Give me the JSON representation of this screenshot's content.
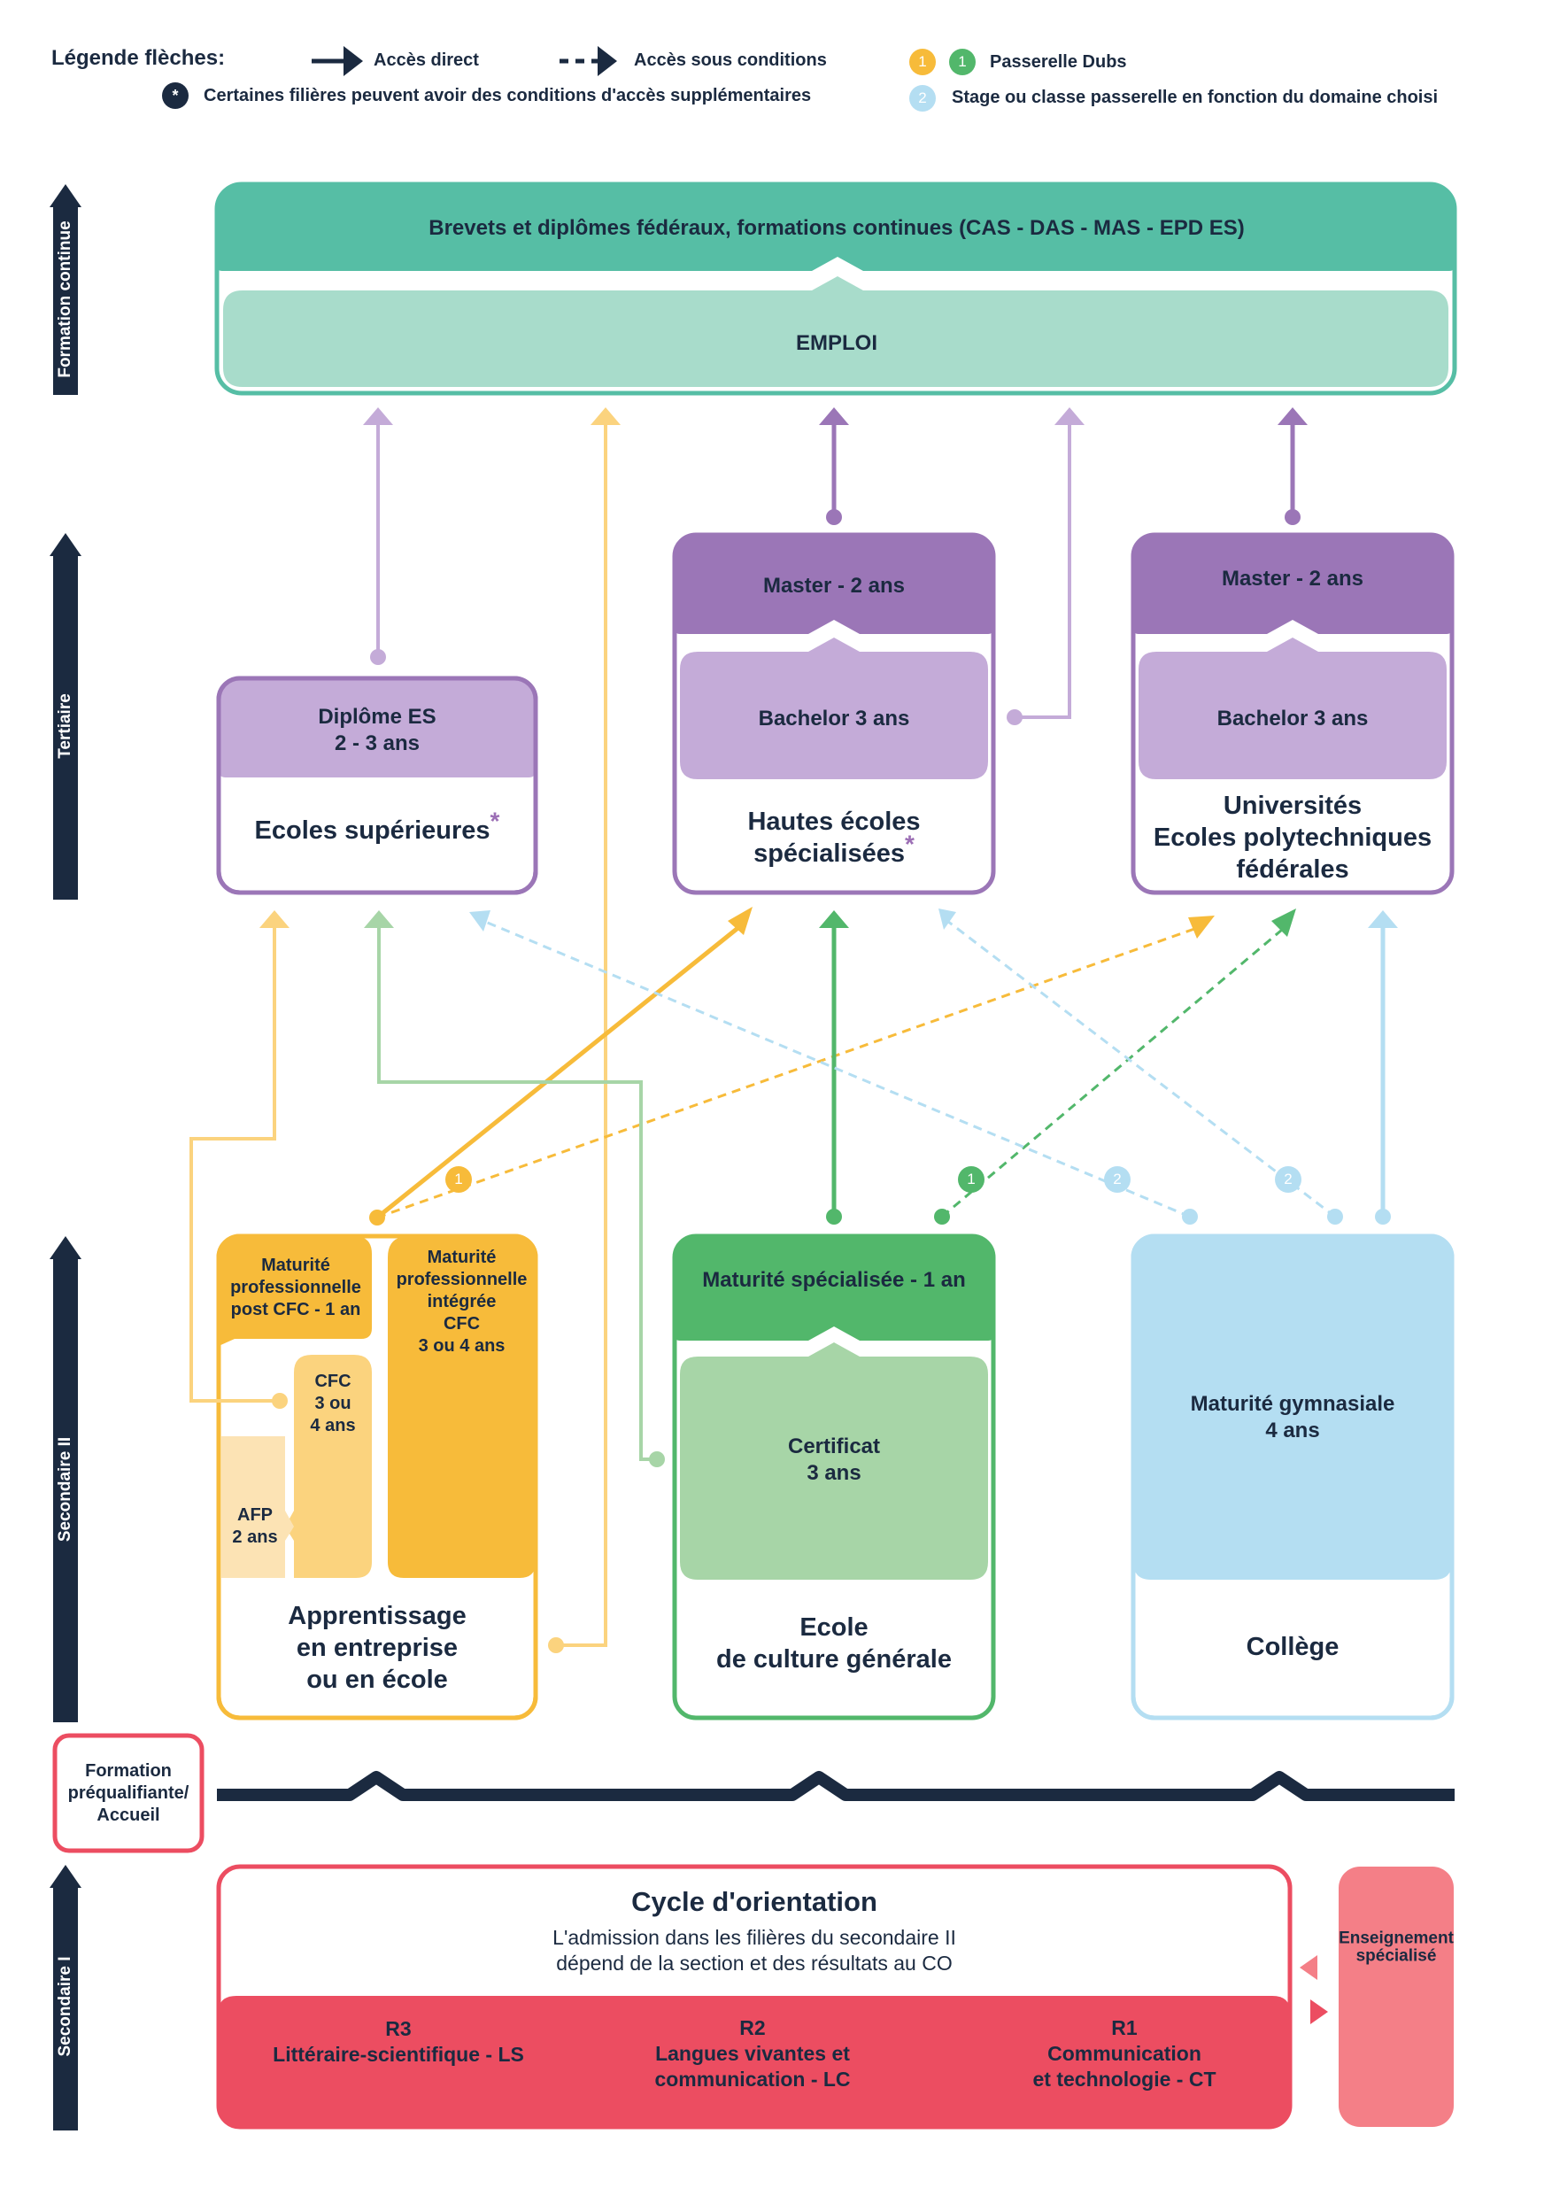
{
  "colors": {
    "navy": "#1b2a40",
    "teal_dark": "#56bea5",
    "teal_light": "#a8dccb",
    "purple_dark": "#9b76b7",
    "purple_light": "#c4abd8",
    "yellow": "#f7bb3a",
    "yellow_light": "#fbd37e",
    "yellow_pale": "#fce3b4",
    "green_dark": "#52b76b",
    "green_light": "#a7d5a7",
    "blue_light": "#b4def2",
    "red": "#ec4d61",
    "red_light": "#f47f87"
  },
  "legend": {
    "title": "Légende flèches:",
    "direct": "Accès direct",
    "conditional": "Accès sous conditions",
    "star_note": "Certaines filières peuvent avoir des conditions d'accès supplémentaires",
    "star_symbol": "*",
    "dubs_label": "Passerelle Dubs",
    "dubs_num": "1",
    "stage_label": "Stage ou classe passerelle en fonction du domaine choisi",
    "stage_num": "2"
  },
  "levels": {
    "formation_continue": "Formation continue",
    "tertiaire": "Tertiaire",
    "secondaire2": "Secondaire II",
    "secondaire1": "Secondaire I"
  },
  "top": {
    "brevets": "Brevets et diplômes fédéraux, formations continues (CAS - DAS - MAS - EPD ES)",
    "emploi": "EMPLOI"
  },
  "tertiary": {
    "es_diploma": "Diplôme ES",
    "es_duration": "2 - 3 ans",
    "es_name": "Ecoles supérieures",
    "hes_master": "Master - 2 ans",
    "hes_bachelor": "Bachelor 3 ans",
    "hes_name_1": "Hautes écoles",
    "hes_name_2": "spécialisées",
    "uni_master": "Master - 2 ans",
    "uni_bachelor": "Bachelor 3 ans",
    "uni_name_1": "Universités",
    "uni_name_2": "Ecoles polytechniques",
    "uni_name_3": "fédérales",
    "star": "*"
  },
  "secondary2": {
    "mp_post_1": "Maturité",
    "mp_post_2": "professionnelle",
    "mp_post_3": "post CFC - 1 an",
    "mp_int_1": "Maturité",
    "mp_int_2": "professionnelle",
    "mp_int_3": "intégrée",
    "mp_int_4": "CFC",
    "mp_int_5": "3 ou 4 ans",
    "cfc_1": "CFC",
    "cfc_2": "3 ou",
    "cfc_3": "4 ans",
    "afp_1": "AFP",
    "afp_2": "2 ans",
    "app_1": "Apprentissage",
    "app_2": "en entreprise",
    "app_3": "ou en école",
    "ms": "Maturité spécialisée - 1 an",
    "cert_1": "Certificat",
    "cert_2": "3 ans",
    "ecg_1": "Ecole",
    "ecg_2": "de culture générale",
    "mg_1": "Maturité gymnasiale",
    "mg_2": "4 ans",
    "college": "Collège"
  },
  "prequal": {
    "line1": "Formation",
    "line2": "préqualifiante/",
    "line3": "Accueil"
  },
  "secondary1": {
    "title": "Cycle d'orientation",
    "sub1": "L'admission dans les filières du secondaire II",
    "sub2": "dépend de la section et des résultats au CO",
    "r3": "R3",
    "r3_name": "Littéraire-scientifique - LS",
    "r2": "R2",
    "r2_name_1": "Langues vivantes et",
    "r2_name_2": "communication - LC",
    "r1": "R1",
    "r1_name_1": "Communication",
    "r1_name_2": "et technologie - CT",
    "special_1": "Enseignement",
    "special_2": "spécialisé"
  },
  "badges": {
    "one": "1",
    "two": "2"
  }
}
